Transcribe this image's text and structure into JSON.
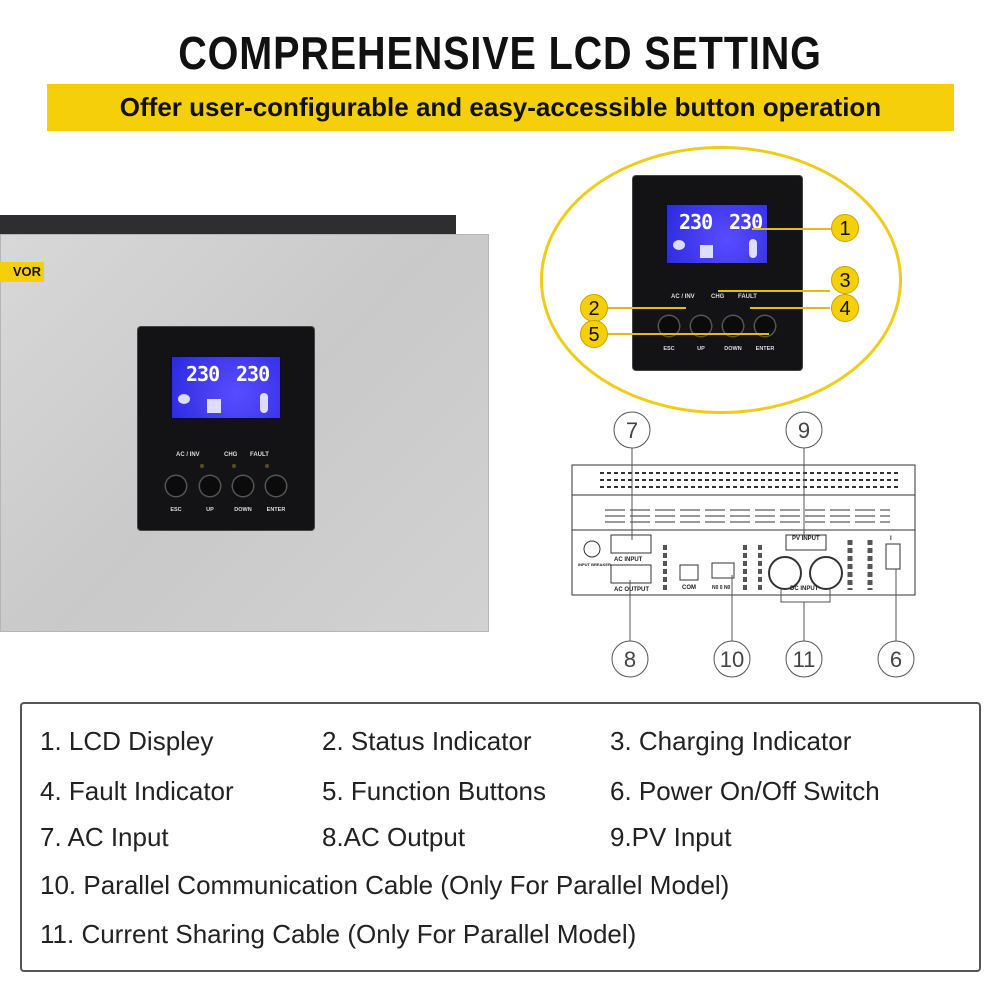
{
  "header": {
    "title": "COMPREHENSIVE LCD SETTING",
    "subtitle": "Offer user-configurable and easy-accessible button operation"
  },
  "brand": {
    "logo_text": "VOR",
    "accent_color": "#f5cf0a"
  },
  "panel": {
    "lcd_input_value": "230",
    "lcd_output_value": "230",
    "indicators": {
      "status": "AC / INV",
      "charging": "CHG",
      "fault": "FAULT"
    },
    "buttons": [
      {
        "label": "ESC",
        "icon": "return-icon"
      },
      {
        "label": "UP",
        "icon": "triangle-up-icon"
      },
      {
        "label": "DOWN",
        "icon": "triangle-down-icon"
      },
      {
        "label": "ENTER",
        "icon": "enter-icon"
      }
    ]
  },
  "callouts": {
    "n1": "1",
    "n2": "2",
    "n3": "3",
    "n4": "4",
    "n5": "5",
    "n6": "6",
    "n7": "7",
    "n8": "8",
    "n9": "9",
    "n10": "10",
    "n11": "11"
  },
  "rear": {
    "ac_input": "AC  INPUT",
    "ac_output": "AC  OUTPUT",
    "com": "COM",
    "pv_input": "PV INPUT",
    "dc_input": "DC  INPUT",
    "breaker": "INPUT BREAKER",
    "dip": "N0 0 N0",
    "switch_on": "I"
  },
  "legend": {
    "items": [
      "1. LCD Displey",
      "2. Status Indicator",
      "3. Charging Indicator",
      "4. Fault Indicator",
      "5. Function Buttons",
      "6. Power On/Off Switch",
      "7. AC Input",
      "8.AC Output",
      "9.PV Input",
      "10. Parallel Communication Cable (Only For Parallel Model)",
      "11. Current Sharing Cable (Only For Parallel Model)"
    ]
  }
}
